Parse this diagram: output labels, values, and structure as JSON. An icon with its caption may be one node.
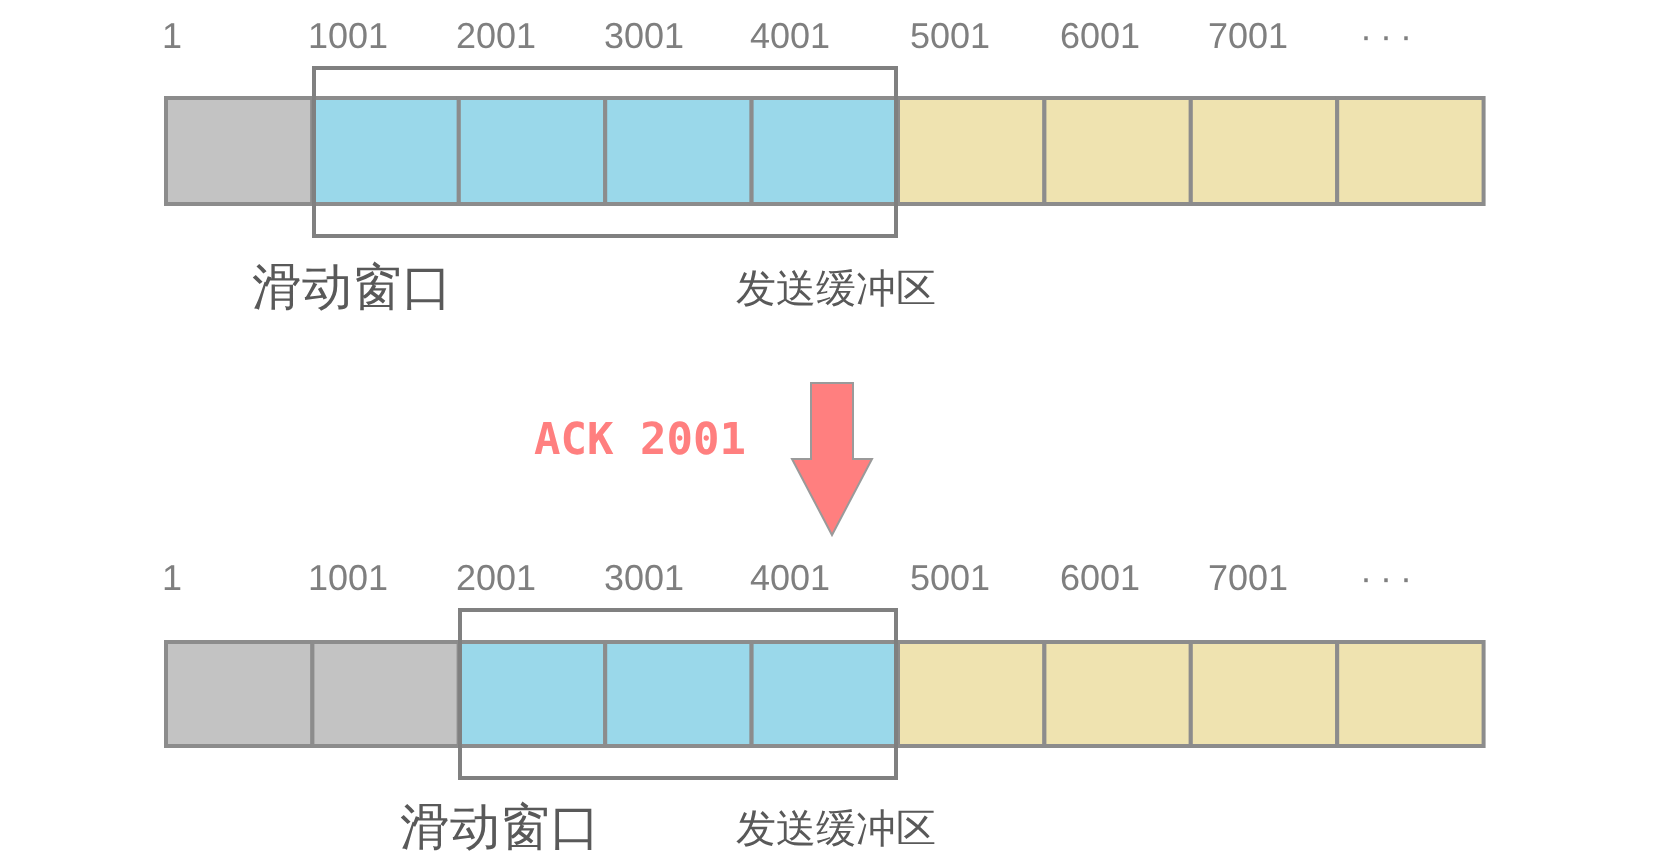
{
  "diagram": {
    "nodes": [
      {
        "text": [
          "滑动窗口",
          "发送缓冲区"
        ]
      },
      {
        "text": [
          "滑动窗口",
          "发送缓冲区"
        ]
      }
    ],
    "labels": [
      "1",
      "1001",
      "2001",
      "3001",
      "4001",
      "5001",
      "6001",
      "7001",
      "···",
      "ACK 2001",
      "1",
      "1001",
      "2001",
      "3001",
      "4001",
      "5001",
      "6001",
      "7001",
      "···"
    ]
  }
}
